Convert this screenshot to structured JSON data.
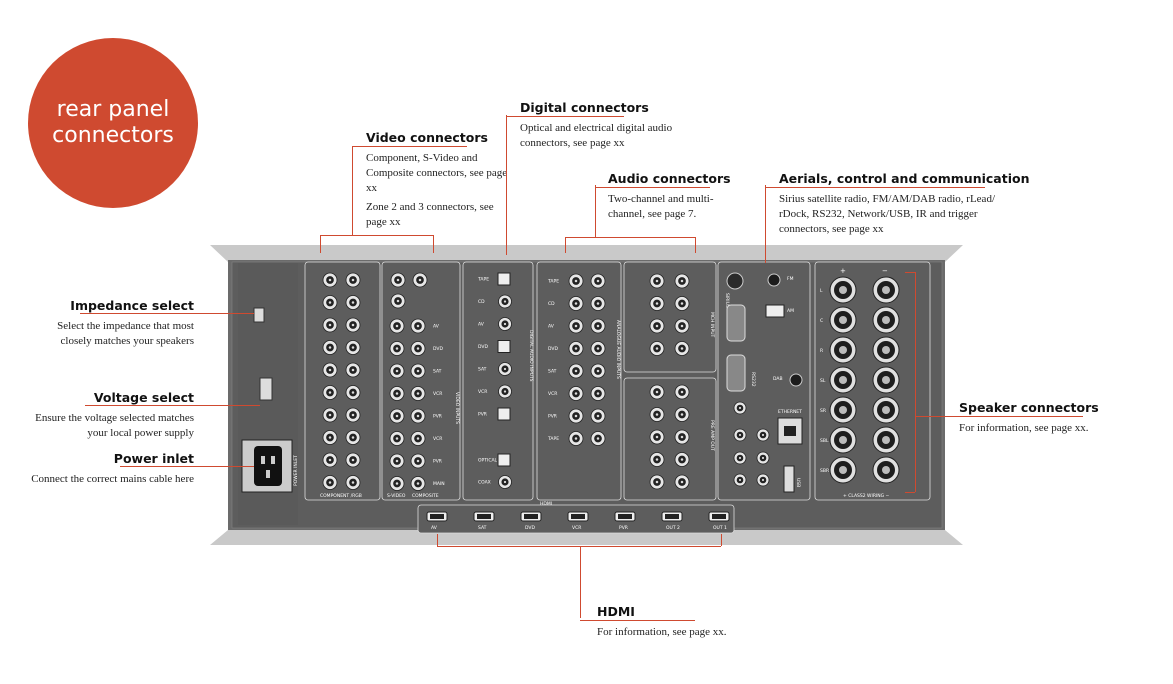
{
  "badge": {
    "line1": "rear panel",
    "line2": "connectors"
  },
  "callouts": {
    "video": {
      "title": "Video connectors",
      "desc1": "Component, S-Video and Composite connectors, see page xx",
      "desc2": "Zone 2 and 3 connectors, see page xx"
    },
    "digital": {
      "title": "Digital connectors",
      "desc": "Optical and electrical digital audio connectors, see page xx"
    },
    "audio": {
      "title": "Audio connectors",
      "desc": "Two-channel and multi-channel, see page 7."
    },
    "aerials": {
      "title": "Aerials, control and communication",
      "desc": "Sirius satellite radio, FM/AM/DAB radio, rLead/ rDock, RS232, Network/USB, IR and trigger connectors, see page xx"
    },
    "impedance": {
      "title": "Impedance select",
      "desc": "Select the impedance that most closely matches your speakers"
    },
    "voltage": {
      "title": "Voltage select",
      "desc": "Ensure the voltage selected matches your local power supply"
    },
    "power": {
      "title": "Power inlet",
      "desc": "Connect the correct mains cable here"
    },
    "speaker": {
      "title": "Speaker connectors",
      "desc": "For information, see page xx."
    },
    "hdmi": {
      "title": "HDMI",
      "desc": "For information, see page xx."
    }
  },
  "panel": {
    "power_inlet": "POWER INLET",
    "component_rgb": "COMPONENT /RGB",
    "svideo": "S-VIDEO",
    "composite": "COMPOSITE",
    "video_inputs": "VIDEO INPUTS",
    "digital_inputs": "DIGITAL AUDIO INPUTS",
    "analogue_inputs": "ANALOGUE AUDIO INPUTS",
    "mch_input": "MCH INPUT",
    "pre_amp_out": "PRE AMP OUT",
    "hdmi": "HDMI",
    "class2": "+ CLASS2 WIRING −",
    "ethernet": "ETHERNET",
    "sirius": "SIRIUS",
    "fm": "FM",
    "am": "AM",
    "dab": "DAB",
    "rs232": "RS232",
    "usb": "USB",
    "video_rows": [
      "AV",
      "DVD",
      "SAT",
      "VCR",
      "PVR",
      "VCR",
      "PVR",
      "MAIN"
    ],
    "digital_rows": [
      "TAPE",
      "CD",
      "AV",
      "DVD",
      "SAT",
      "VCR",
      "PVR",
      "OPTICAL",
      "COAX"
    ],
    "analogue_rows": [
      "TAPE",
      "CD",
      "AV",
      "DVD",
      "SAT",
      "VCR",
      "PVR",
      "TAPE"
    ],
    "hdmi_ports": [
      "AV",
      "SAT",
      "DVD",
      "VCR",
      "PVR",
      "OUT 2",
      "OUT 1"
    ],
    "speaker_rows": [
      "L",
      "C",
      "R",
      "SL",
      "SR",
      "SBL",
      "SBR"
    ],
    "plus": "+",
    "minus": "−"
  }
}
